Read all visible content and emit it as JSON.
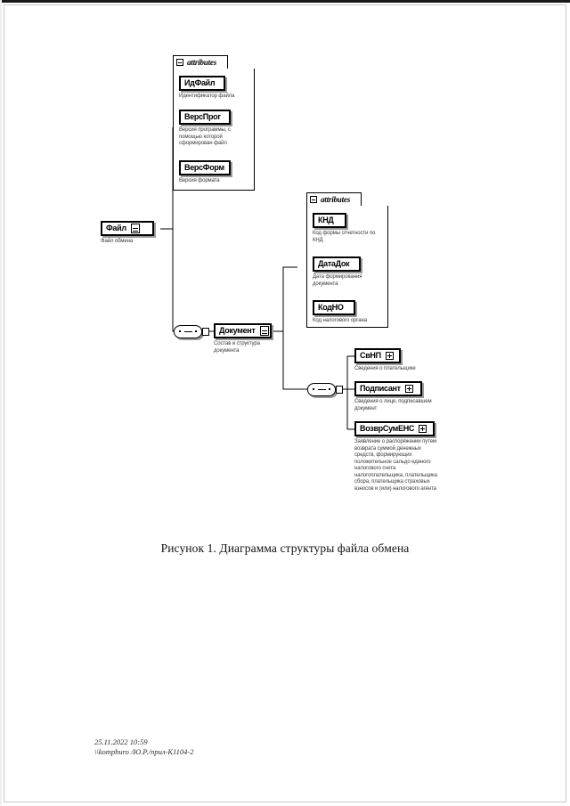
{
  "document": {
    "caption": "Рисунок 1. Диаграмма структуры файла обмена",
    "footer": {
      "timestamp": "25.11.2022 10:59",
      "path": "\\\\kompburo /Ю.Р./прил-К1104-2"
    }
  },
  "diagram": {
    "type": "xml-schema-tree",
    "attribute_group_label": "attributes",
    "root": {
      "name": "Файл",
      "description": "Файл обмена",
      "icon": "document-glyph"
    },
    "root_attributes": [
      {
        "name": "ИдФайл",
        "description": "Идентификатор файла"
      },
      {
        "name": "ВерсПрог",
        "description": "Версия программы, с помощью которой сформирован файл"
      },
      {
        "name": "ВерсФорм",
        "description": "Версия формата"
      }
    ],
    "document_node": {
      "name": "Документ",
      "description": "Состав и структура документа",
      "icon": "document-glyph"
    },
    "document_attributes": [
      {
        "name": "КНД",
        "description": "Код формы отчетности по КНД"
      },
      {
        "name": "ДатаДок",
        "description": "Дата формирования документа"
      },
      {
        "name": "КодНО",
        "description": "Код налогового органа"
      }
    ],
    "document_children": [
      {
        "name": "СвНП",
        "description": "Сведения о плательщике",
        "icon": "plus-box"
      },
      {
        "name": "Подписант",
        "description": "Сведения о лице, подписавшем документ",
        "icon": "plus-box"
      },
      {
        "name": "ВозврСумЕНС",
        "description": "Заявление о распоряжении путем возврата суммой денежных средств, формирующих положительное сальдо единого налогового счета налогоплательщика, плательщика сбора, плательщика страховых взносов и (или) налогового агента",
        "icon": "plus-box"
      }
    ]
  }
}
